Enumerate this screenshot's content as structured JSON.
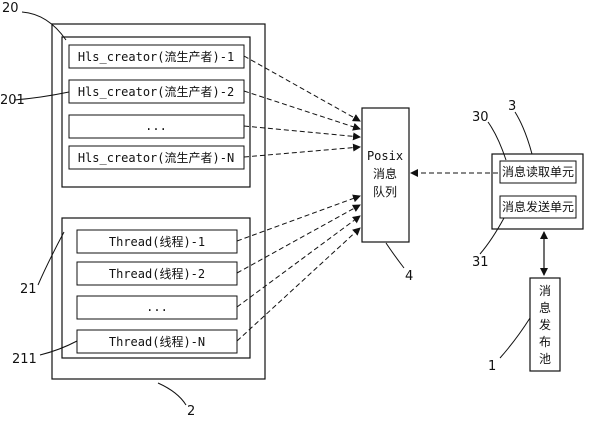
{
  "hls_group": {
    "items": [
      "Hls_creator(流生产者)-1",
      "Hls_creator(流生产者)-2",
      "...",
      "Hls_creator(流生产者)-N"
    ]
  },
  "thread_group": {
    "items": [
      "Thread(线程)-1",
      "Thread(线程)-2",
      "...",
      "Thread(线程)-N"
    ]
  },
  "queue": {
    "lines": [
      "Posix",
      "消息",
      "队列"
    ]
  },
  "unit": {
    "read": "消息读取单元",
    "send": "消息发送单元"
  },
  "pool": {
    "chars": [
      "消",
      "息",
      "发",
      "布",
      "池"
    ]
  },
  "refs": {
    "outer": "2",
    "hls_group": "20",
    "hls_item": "201",
    "thread_group": "21",
    "thread_item": "211",
    "queue": "4",
    "unit": "3",
    "read": "30",
    "send": "31",
    "pool": "1"
  }
}
